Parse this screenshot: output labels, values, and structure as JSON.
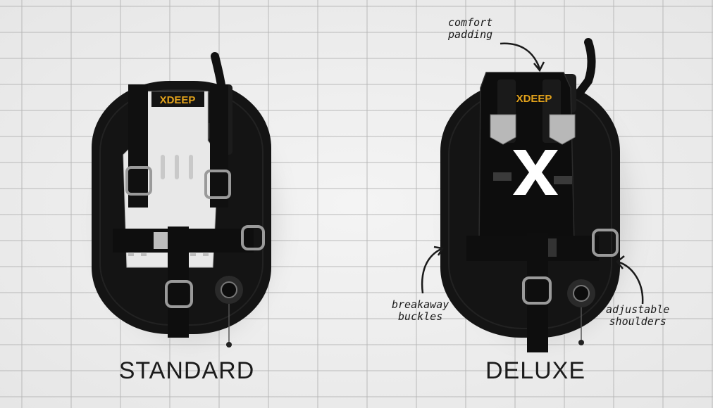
{
  "products": [
    {
      "caption": "STANDARD",
      "brand": "XDEEP",
      "image": "standard-harness-image"
    },
    {
      "caption": "DELUXE",
      "brand": "XDEEP",
      "image": "deluxe-harness-image"
    }
  ],
  "annotations": {
    "comfort_line1": "comfort",
    "comfort_line2": "padding",
    "breakaway_line1": "breakaway",
    "breakaway_line2": "buckles",
    "adjustable_line1": "adjustable",
    "adjustable_line2": "shoulders"
  },
  "colors": {
    "brand_yellow": "#e2a21b",
    "wing_black": "#141414",
    "backplate_white": "#e8e8e8"
  }
}
